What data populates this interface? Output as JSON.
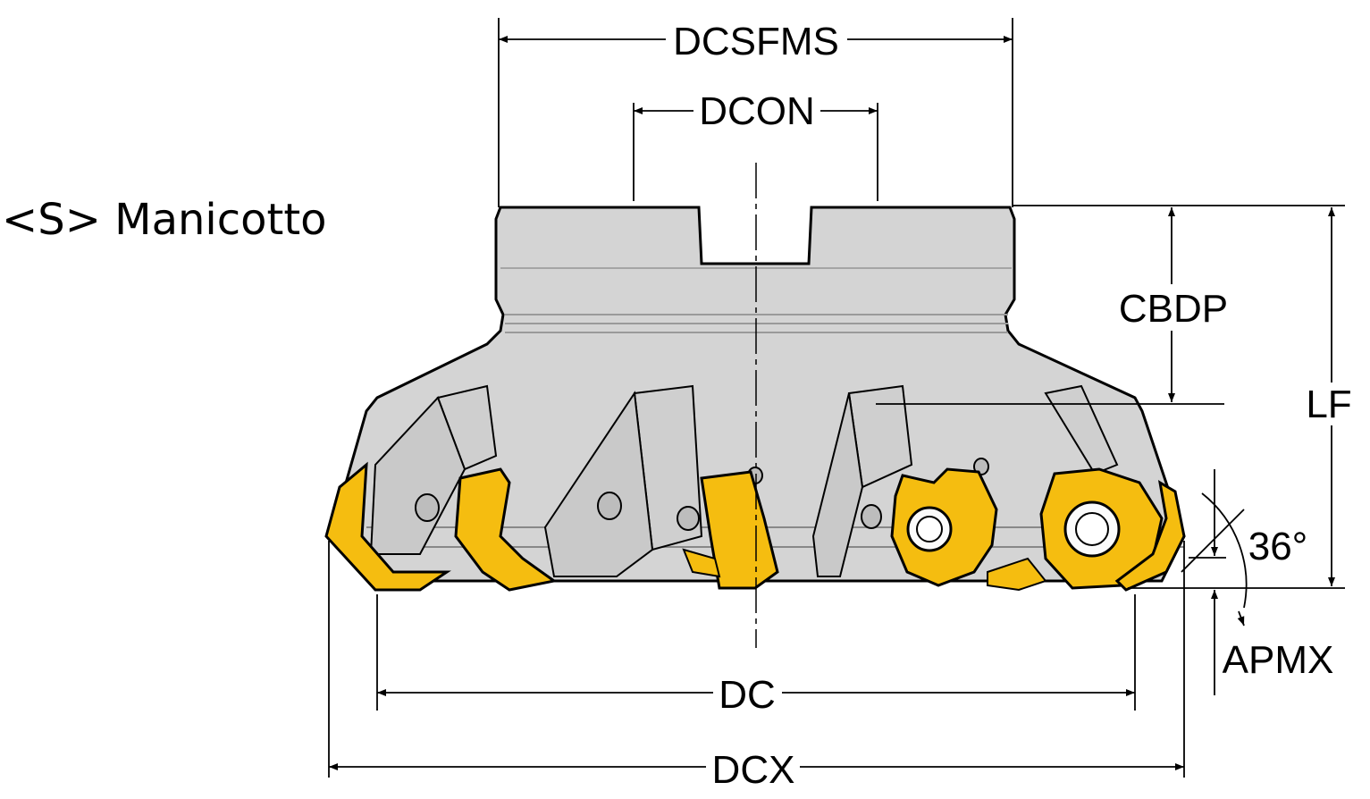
{
  "title": "<S> Manicotto",
  "dimensions": {
    "dcsfms": "DCSFMS",
    "dcon": "DCON",
    "cbdp": "CBDP",
    "lf": "LF",
    "angle": "36°",
    "apmx": "APMX",
    "dc": "DC",
    "dcx": "DCX"
  },
  "colors": {
    "body": "#d6d6d6",
    "insert": "#f5bd10",
    "line": "#000000"
  }
}
